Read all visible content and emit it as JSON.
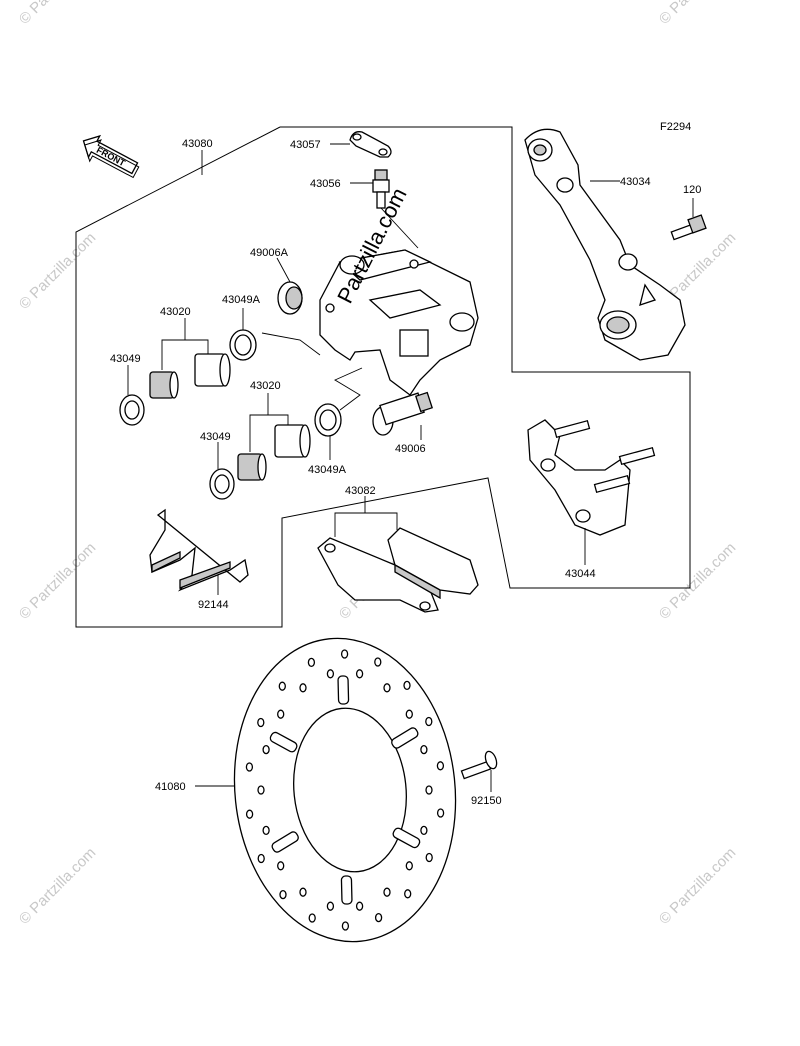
{
  "figure_code": "F2294",
  "front_arrow_label": "FRONT",
  "brand_watermark": "Partzilla.com",
  "watermark_text": "© Partzilla.com",
  "parts": {
    "p43080": "43080",
    "p43057": "43057",
    "p43056": "43056",
    "p43034": "43034",
    "p120": "120",
    "p49006A": "49006A",
    "p43049A_top": "43049A",
    "p43020_top": "43020",
    "p43049_top": "43049",
    "p43020_bot": "43020",
    "p43049_bot": "43049",
    "p43049A_bot": "43049A",
    "p49006": "49006",
    "p43082": "43082",
    "p92144": "92144",
    "p43044": "43044",
    "p41080": "41080",
    "p92150": "92150"
  }
}
